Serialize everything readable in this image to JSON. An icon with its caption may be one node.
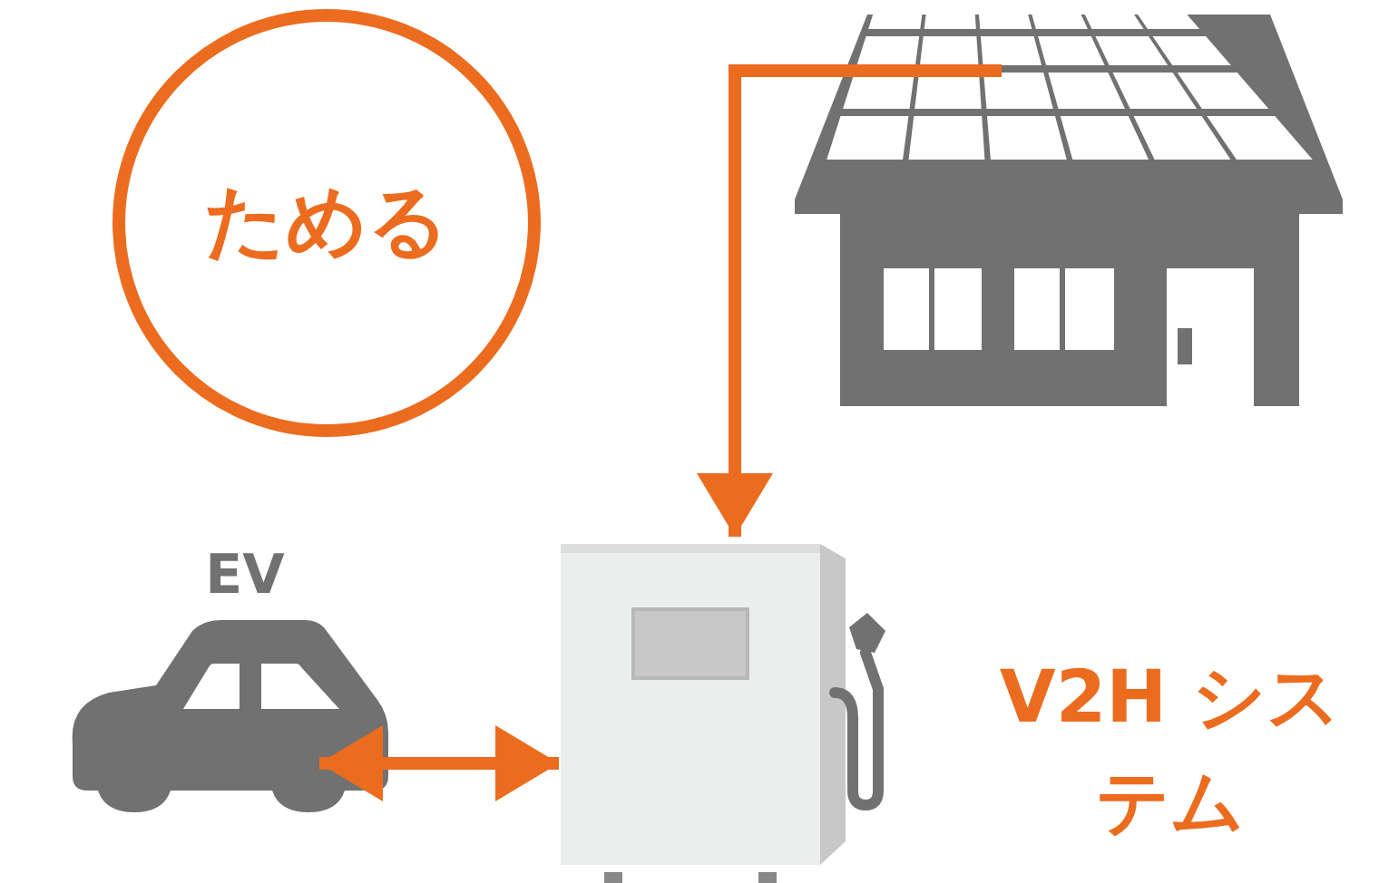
{
  "diagram": {
    "nodes": [
      {
        "text": [
          "ためる"
        ]
      },
      {
        "text": [],
        "shape": "house"
      },
      {
        "text": [],
        "shape": "car",
        "beside": [
          "EV"
        ]
      },
      {
        "text": [],
        "shape": "box",
        "beside": [
          "V2H システム"
        ]
      }
    ],
    "edges": [
      {
        "from": 1,
        "to": 3,
        "arrow": "to"
      },
      {
        "from": 2,
        "to": 3,
        "arrow": "both"
      }
    ]
  }
}
